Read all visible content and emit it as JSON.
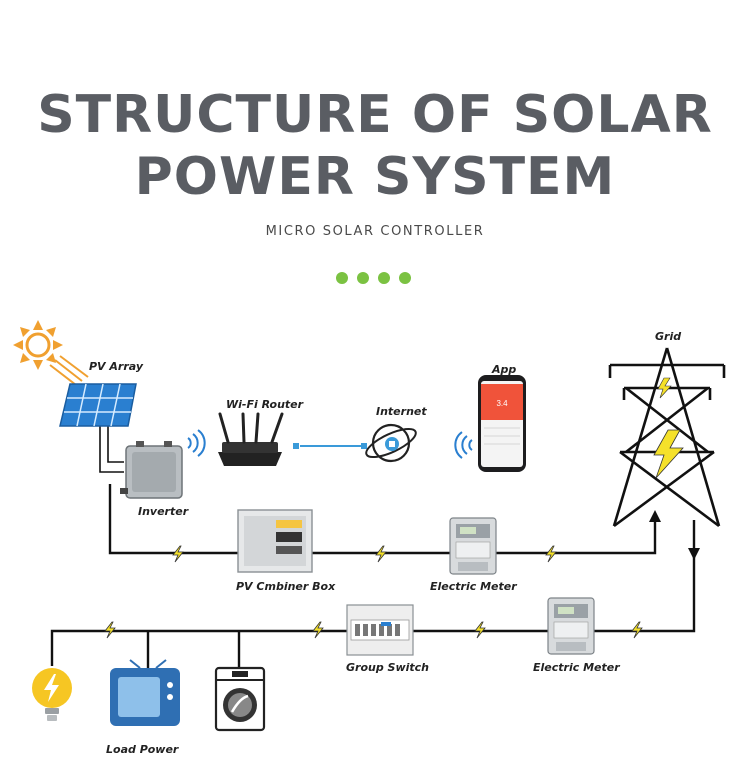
{
  "heading": {
    "line1": "STRUCTURE OF SOLAR",
    "line2": "POWER SYSTEM",
    "subtitle": "MICRO SOLAR CONTROLLER"
  },
  "diagram": {
    "labels": {
      "pv_array": "PV Array",
      "wifi_router": "Wi-Fi Router",
      "internet": "Internet",
      "app": "App",
      "grid": "Grid",
      "inverter": "Inverter",
      "pv_combiner_box": "PV Cmbiner Box",
      "electric_meter_top": "Electric Meter",
      "group_switch": "Group Switch",
      "electric_meter_bottom": "Electric Meter",
      "load_power": "Load Power"
    },
    "app_screen_value": "3.4"
  },
  "colors": {
    "title": "#5a5d63",
    "accent_dots": "#7bc242",
    "solar_blue": "#2a7fd0",
    "sun_orange": "#f0a030",
    "bolt_yellow": "#f5e12a",
    "internet_blue": "#3a9ad9",
    "app_red": "#f0533a",
    "tv_blue": "#2f6fb3"
  }
}
